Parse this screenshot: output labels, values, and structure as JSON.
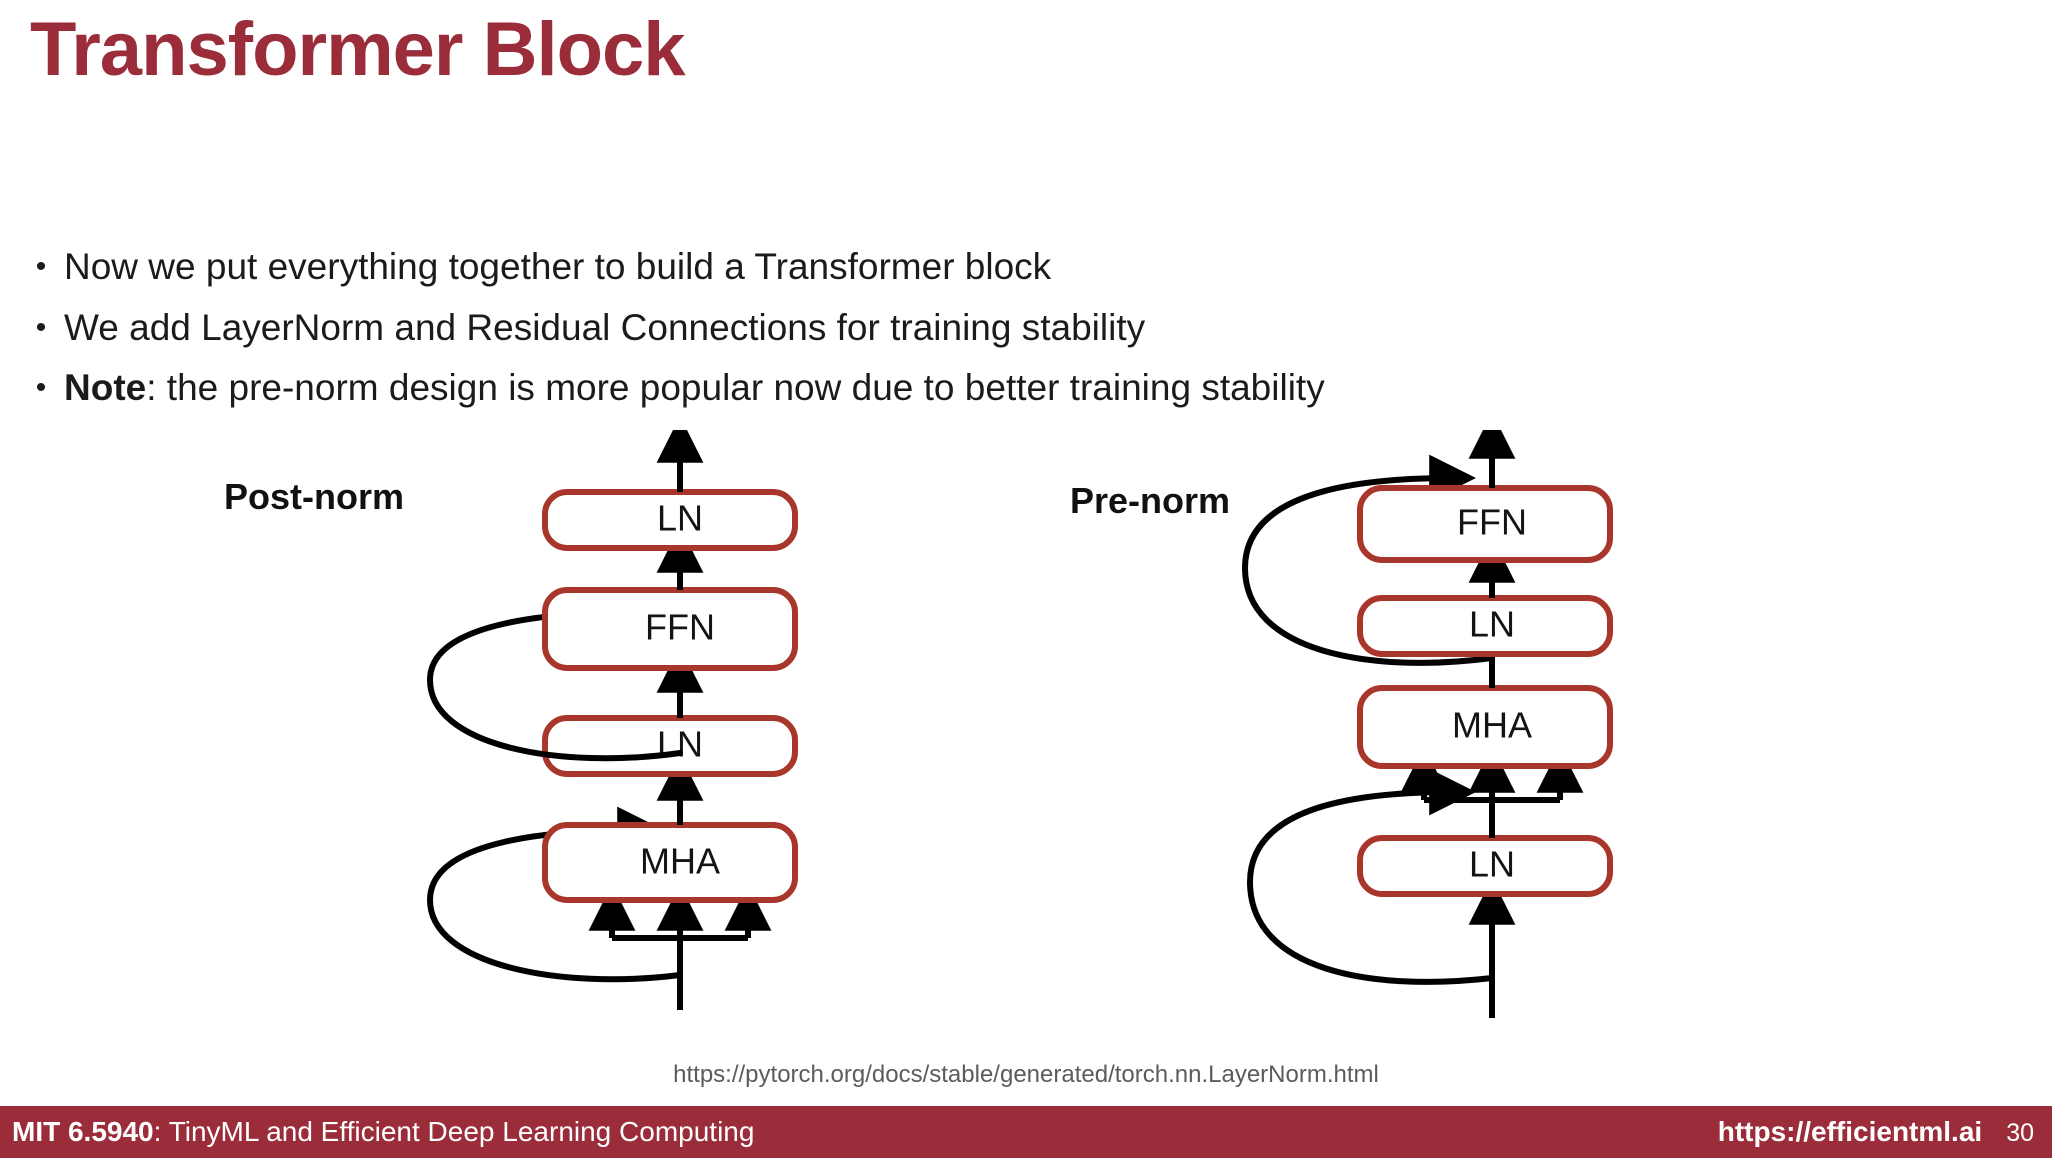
{
  "slide": {
    "title": "Transformer Block",
    "title_color": "#9B2D3B",
    "background": "#ffffff"
  },
  "bullets": [
    {
      "marker": "•",
      "lead": "",
      "text": "Now we put everything together to build a Transformer block"
    },
    {
      "marker": "•",
      "lead": "",
      "text": "We add LayerNorm and Residual Connections for training stability"
    },
    {
      "marker": "•",
      "lead": "Note",
      "text": ": the pre-norm design is more popular now due to better training stability"
    }
  ],
  "diagram": {
    "box_border_color": "#A8362A",
    "arrow_color": "#000000",
    "post_norm": {
      "label": "Post-norm",
      "blocks": [
        {
          "name": "LN",
          "order": 4
        },
        {
          "name": "FFN",
          "order": 3
        },
        {
          "name": "LN",
          "order": 2
        },
        {
          "name": "MHA",
          "order": 1
        }
      ],
      "residuals": 2,
      "mha_input_arrows": 3
    },
    "pre_norm": {
      "label": "Pre-norm",
      "blocks": [
        {
          "name": "FFN",
          "order": 4
        },
        {
          "name": "LN",
          "order": 3
        },
        {
          "name": "MHA",
          "order": 2
        },
        {
          "name": "LN",
          "order": 1
        }
      ],
      "residuals": 2,
      "mha_input_arrows": 3
    }
  },
  "source": {
    "url": "https://pytorch.org/docs/stable/generated/torch.nn.LayerNorm.html"
  },
  "footer": {
    "background": "#9B2D3B",
    "course": "MIT 6.5940",
    "course_rest": ": TinyML and Efficient Deep Learning Computing",
    "site_url": "https://efficientml.ai",
    "page_number": "30"
  }
}
